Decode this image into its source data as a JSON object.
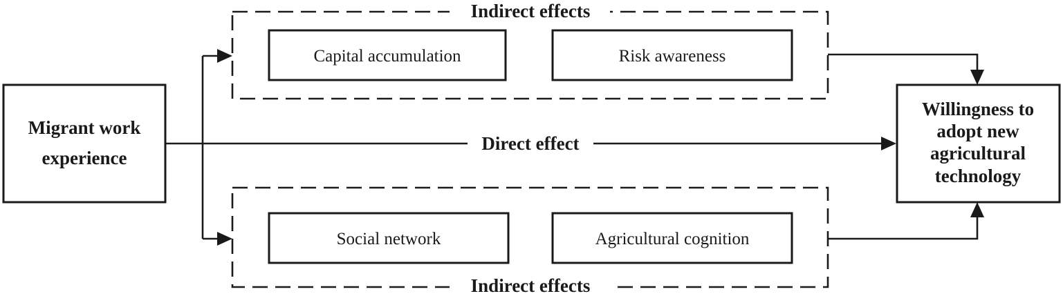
{
  "source_node": {
    "lines": [
      "Migrant work",
      "experience"
    ]
  },
  "target_node": {
    "lines": [
      "Willingness to",
      "adopt new",
      "agricultural",
      "technology"
    ]
  },
  "direct_effect": {
    "label": "Direct effect"
  },
  "indirect_groups": [
    {
      "label": "Indirect effects",
      "mediators": [
        "Capital accumulation",
        "Risk awareness"
      ]
    },
    {
      "label": "Indirect effects",
      "mediators": [
        "Social network",
        "Agricultural cognition"
      ]
    }
  ],
  "colors": {
    "stroke": "#1a1a1a",
    "background": "#ffffff"
  }
}
